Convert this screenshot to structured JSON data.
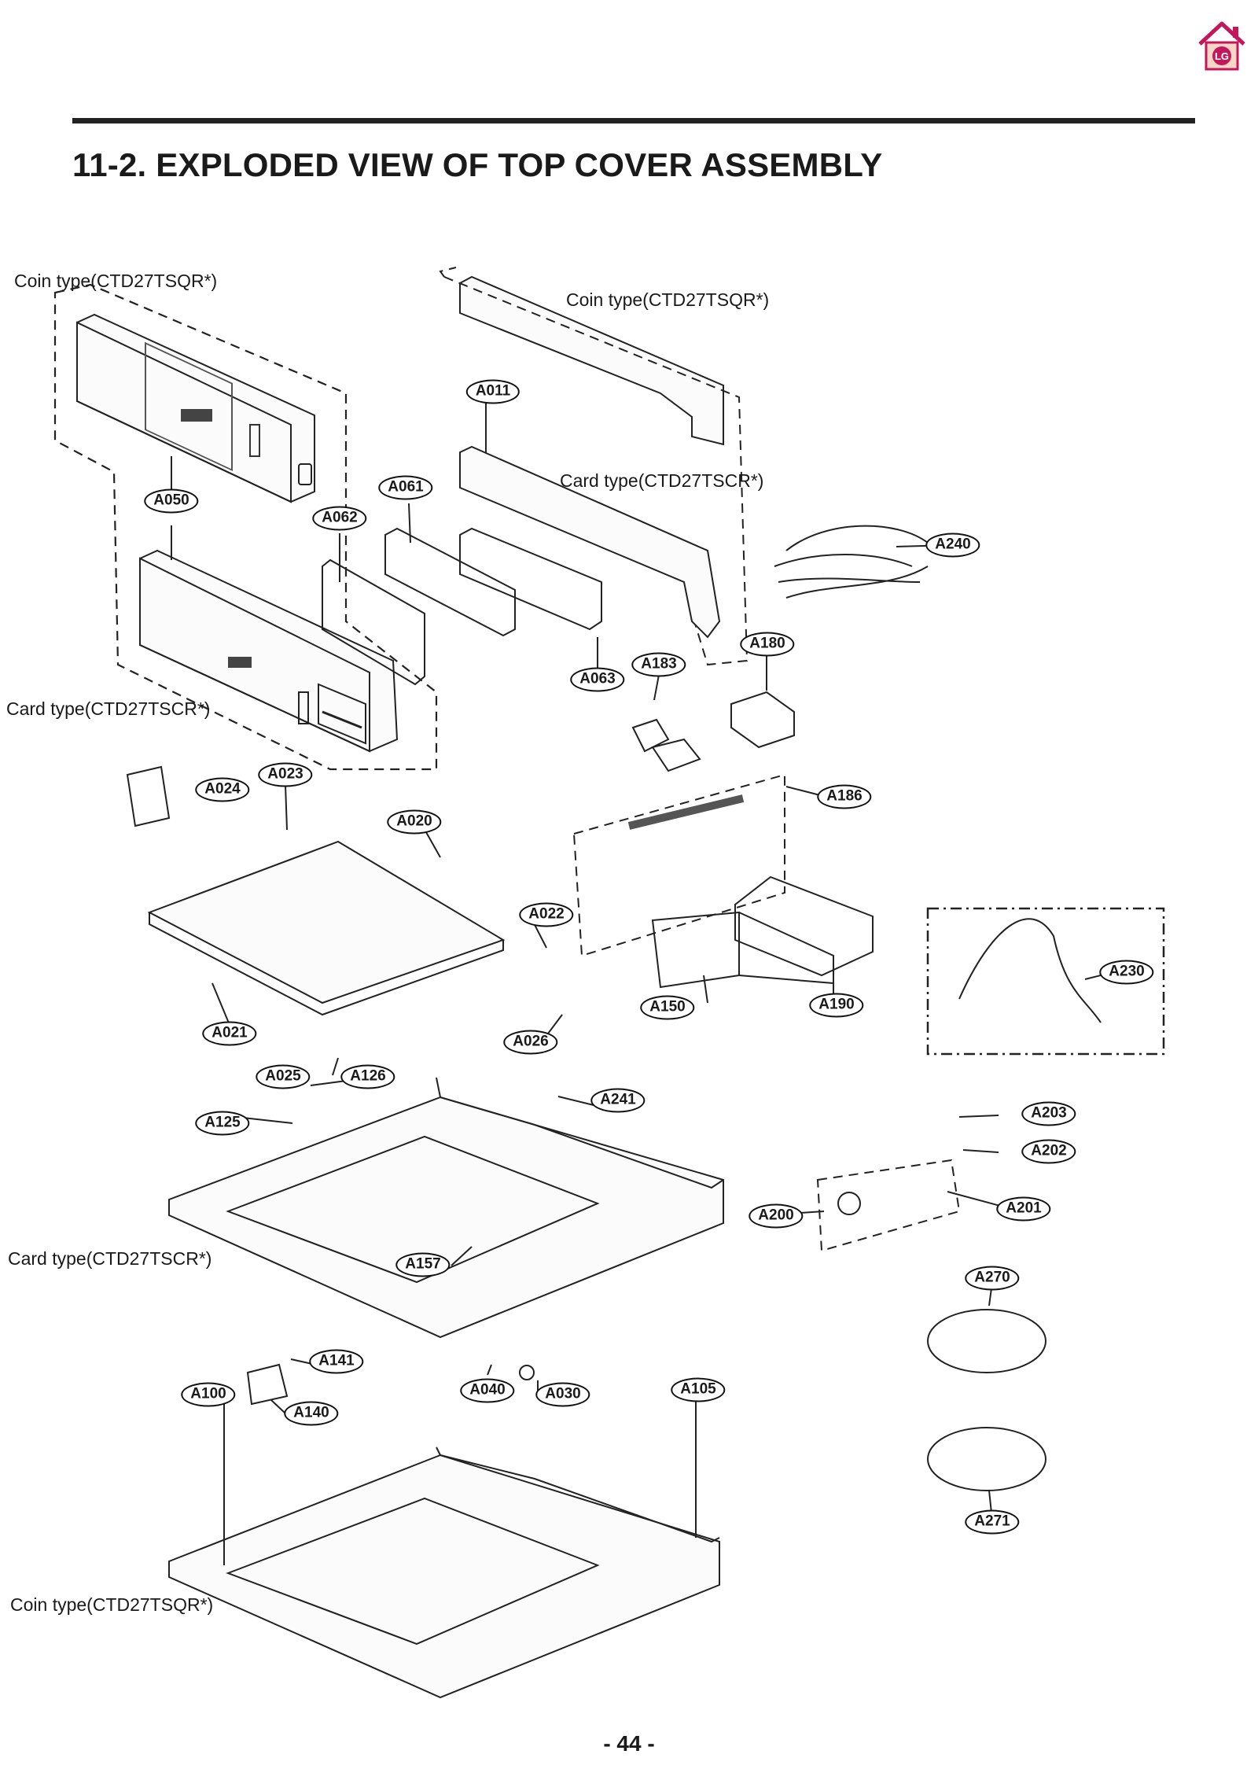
{
  "header": {
    "title": "11-2. EXPLODED VIEW OF TOP COVER ASSEMBLY",
    "page_number": "- 44 -",
    "logo_text": "LG"
  },
  "notes": {
    "coin_type_1": "Coin type(CTD27TSQR*)",
    "coin_type_2": "Coin type(CTD27TSQR*)",
    "card_type_1": "Card type(CTD27TSCR*)",
    "card_type_2": "Card type(CTD27TSCR*)",
    "card_type_3": "Card type(CTD27TSCR*)",
    "coin_type_3": "Coin type(CTD27TSQR*)"
  },
  "parts": {
    "a011": "A011",
    "a050": "A050",
    "a061": "A061",
    "a062": "A062",
    "a063": "A063",
    "a240": "A240",
    "a183": "A183",
    "a180": "A180",
    "a186": "A186",
    "a023": "A023",
    "a024": "A024",
    "a020": "A020",
    "a022": "A022",
    "a150": "A150",
    "a190": "A190",
    "a230": "A230",
    "a021": "A021",
    "a026": "A026",
    "a025": "A025",
    "a126": "A126",
    "a241": "A241",
    "a125": "A125",
    "a203": "A203",
    "a202": "A202",
    "a201": "A201",
    "a200": "A200",
    "a157": "A157",
    "a270": "A270",
    "a141": "A141",
    "a100": "A100",
    "a040": "A040",
    "a030": "A030",
    "a105": "A105",
    "a140": "A140",
    "a271": "A271"
  }
}
